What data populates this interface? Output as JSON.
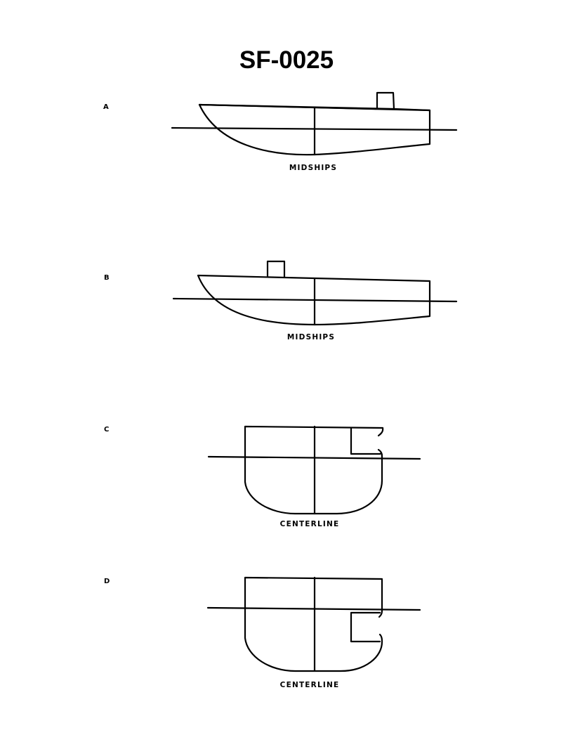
{
  "title": "SF-0025",
  "figures": [
    {
      "label": "A",
      "type": "profile",
      "caption": "MIDSHIPS",
      "reference_line": "midships",
      "stack_position": "aft"
    },
    {
      "label": "B",
      "type": "profile",
      "caption": "MIDSHIPS",
      "reference_line": "midships",
      "stack_position": "forward"
    },
    {
      "label": "C",
      "type": "section",
      "caption": "CENTERLINE",
      "reference_line": "centerline",
      "notch_position": "above waterline"
    },
    {
      "label": "D",
      "type": "section",
      "caption": "CENTERLINE",
      "reference_line": "centerline",
      "notch_position": "below waterline"
    }
  ],
  "colors": {
    "ink": "#000000",
    "background": "#ffffff"
  }
}
